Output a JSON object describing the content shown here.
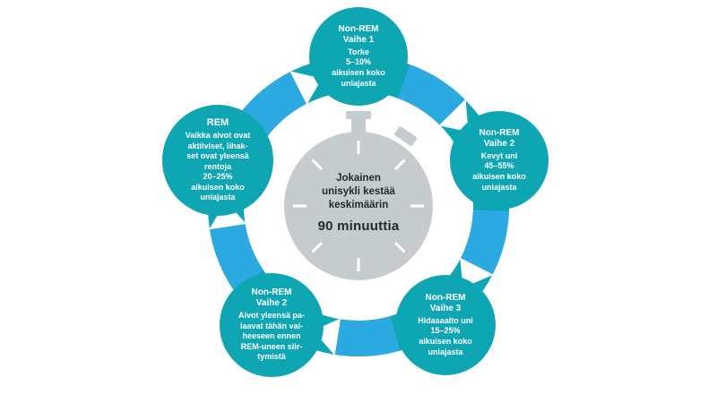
{
  "colors": {
    "ring": "#0FA6B4",
    "arrow": "#2CA9E0",
    "chevron": "#FFFFFF",
    "watch": "#C6CBCE",
    "tick": "#FFFFFF",
    "node_text": "#FFFFFF",
    "center_text": "#1E2A30",
    "background": "#FFFFFF"
  },
  "center": {
    "intro": "Jokainen\nunisykli kestää\nkeskimäärin",
    "duration": "90 minuuttia"
  },
  "nodes": [
    {
      "id": "non-rem-stage-1",
      "title": "Non-REM\nVaihe 1",
      "body": "Torke\n5–10%\naikuisen koko\nuniajasta"
    },
    {
      "id": "non-rem-stage-2",
      "title": "Non-REM\nVaihe 2",
      "body": "Kevyt uni\n45–55%\naikuisen koko\nuniajasta"
    },
    {
      "id": "non-rem-stage-3",
      "title": "Non-REM\nVaihe 3",
      "body": "Hidasaalto uni\n15–25%\naikuisen koko\nuniajasta"
    },
    {
      "id": "non-rem-stage-2-return",
      "title": "Non-REM\nVaihe 2",
      "body": "Aivot yleensä pa-\nlaavat tähän vai-\nheeseen ennen\nREM-uneen siir-\ntymistä"
    },
    {
      "id": "rem-stage",
      "title": "REM",
      "body": "Vaikka aivot ovat\naktiiviset, lihak-\nset ovat yleensä\nrentoja\n20–25%\naikuisen koko\nuniajasta"
    }
  ]
}
